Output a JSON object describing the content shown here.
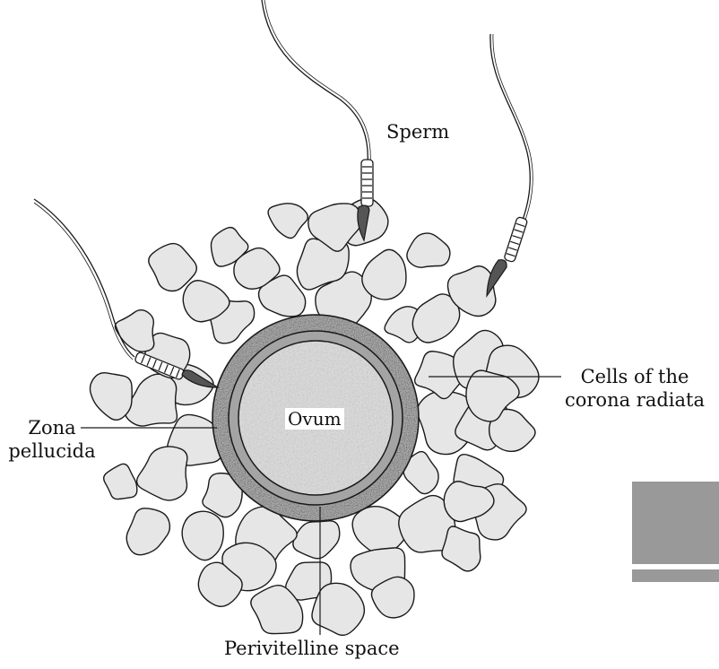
{
  "labels": {
    "sperm": "Sperm",
    "ovum": "Ovum",
    "cells_line1": "Cells of the",
    "cells_line2": "corona radiata",
    "zona_line1": "Zona",
    "zona_line2": "pellucida",
    "perivitelline": "Perivitelline space"
  },
  "colors": {
    "ink": "#1a1a1a",
    "corona_fill": "#e6e6e6",
    "zona_fill": "#7a7a7a",
    "perivitelline_ring": "#a4a4a4",
    "ovum_fill": "#dcdcdc",
    "corner_block": "#999999"
  }
}
